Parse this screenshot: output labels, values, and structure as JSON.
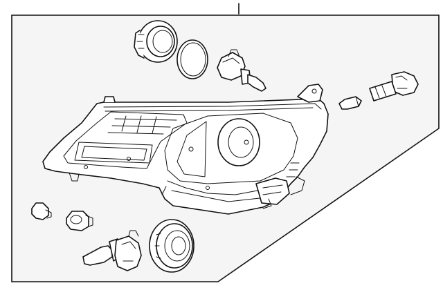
{
  "diagram": {
    "background_color": "#ffffff",
    "panel_color": "#f5f5f5",
    "line_color": "#111111",
    "parts": [
      "headlamp-assembly",
      "socket-cover",
      "cover-gasket",
      "high-beam-bulb",
      "side-marker-socket",
      "side-marker-bulb",
      "turn-signal-bulb",
      "turn-signal-socket",
      "low-beam-bulb",
      "dust-cap"
    ]
  }
}
